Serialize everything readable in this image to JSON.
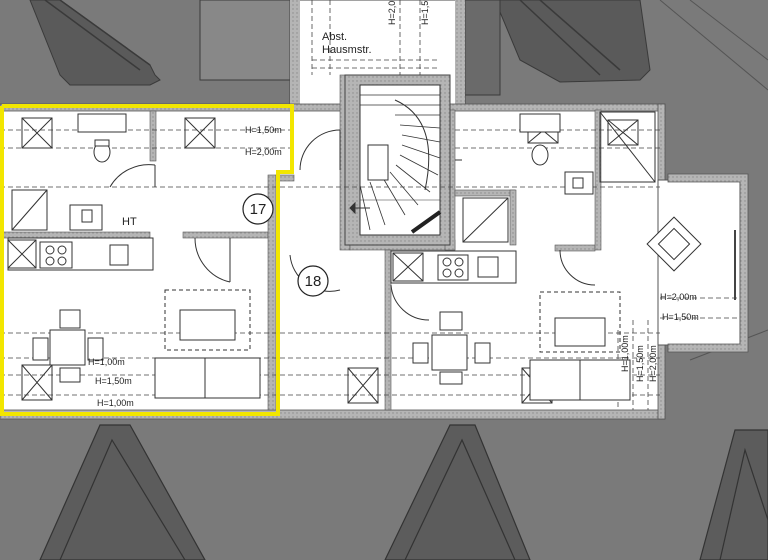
{
  "plan": {
    "room_numbers": [
      "17",
      "18"
    ],
    "water_heater_label": "HT",
    "stair_label_line1": "Abst.",
    "stair_label_line2": "Hausmstr.",
    "heights": {
      "h150": "H=1,50m",
      "h200": "H=2,00m",
      "h100": "H=1,00m"
    },
    "highlight_color": "#f2e600",
    "roof_color": "#7a7a7a",
    "roof_dark_color": "#4e4e4e",
    "wall_color": "#9a9a9a"
  }
}
